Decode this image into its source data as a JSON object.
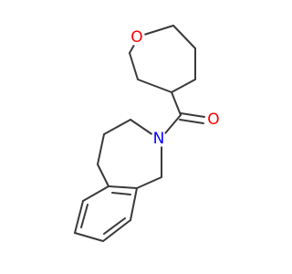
{
  "molecule": {
    "atoms": {
      "ring_oxygen": {
        "symbol": "O",
        "color": "#ff0000"
      },
      "amide_nitrogen": {
        "symbol": "N",
        "color": "#0000ff"
      },
      "carbonyl_oxygen": {
        "symbol": "O",
        "color": "#ff0000"
      }
    },
    "bond_color": "#3a3a3a"
  }
}
